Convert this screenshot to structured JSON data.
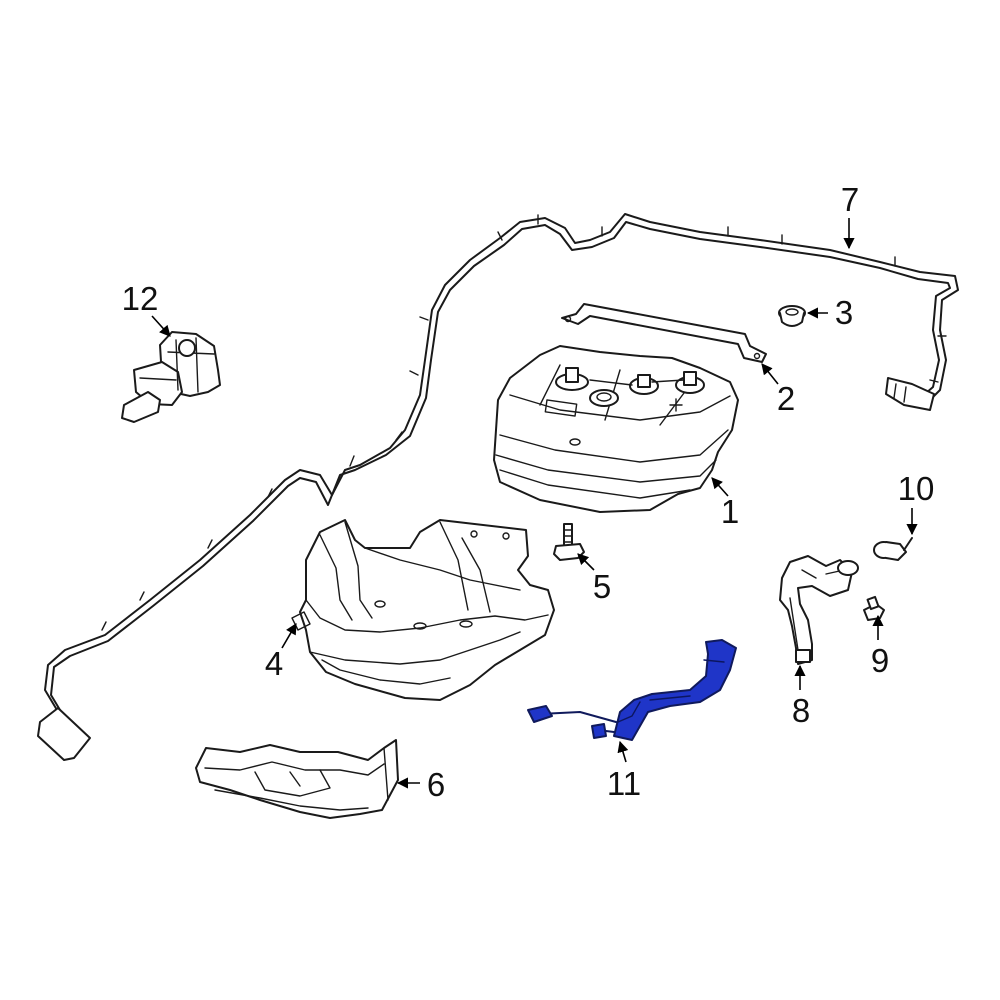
{
  "diagram": {
    "highlight_color": "#1f35c8",
    "callouts": [
      {
        "id": "1",
        "label": "1"
      },
      {
        "id": "2",
        "label": "2"
      },
      {
        "id": "3",
        "label": "3"
      },
      {
        "id": "4",
        "label": "4"
      },
      {
        "id": "5",
        "label": "5"
      },
      {
        "id": "6",
        "label": "6"
      },
      {
        "id": "7",
        "label": "7"
      },
      {
        "id": "8",
        "label": "8"
      },
      {
        "id": "9",
        "label": "9"
      },
      {
        "id": "10",
        "label": "10"
      },
      {
        "id": "11",
        "label": "11"
      },
      {
        "id": "12",
        "label": "12"
      }
    ]
  }
}
